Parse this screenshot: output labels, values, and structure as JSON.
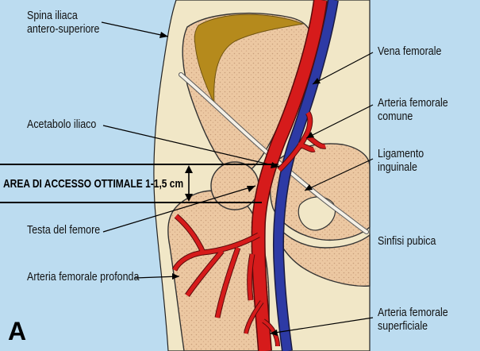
{
  "labels": {
    "spina_iliaca_1": "Spina iliaca",
    "spina_iliaca_2": "antero-superiore",
    "vena_femorale": "Vena femorale",
    "arteria_femorale_comune_1": "Arteria femorale",
    "arteria_femorale_comune_2": "comune",
    "acetabolo_iliaco": "Acetabolo iliaco",
    "ligamento_inguinale_1": "Ligamento",
    "ligamento_inguinale_2": "inguinale",
    "area_accesso": "AREA DI ACCESSO OTTIMALE  1-1,5 cm",
    "testa_femore": "Testa del femore",
    "sinfisi_pubica": "Sinfisi pubica",
    "arteria_femorale_profonda": "Arteria femorale profonda",
    "arteria_femorale_superficiale_1": "Arteria femorale",
    "arteria_femorale_superficiale_2": "superficiale",
    "panel_letter": "A"
  },
  "colors": {
    "background": "#bcdcf0",
    "body": "#f1e7c7",
    "bone": "#ebc7a0",
    "bone_texture": "#c99e7a",
    "acetabulum": "#b58a1c",
    "artery": "#d61b1b",
    "vein": "#2d3aa5",
    "ligament": "#f4f0e6"
  }
}
